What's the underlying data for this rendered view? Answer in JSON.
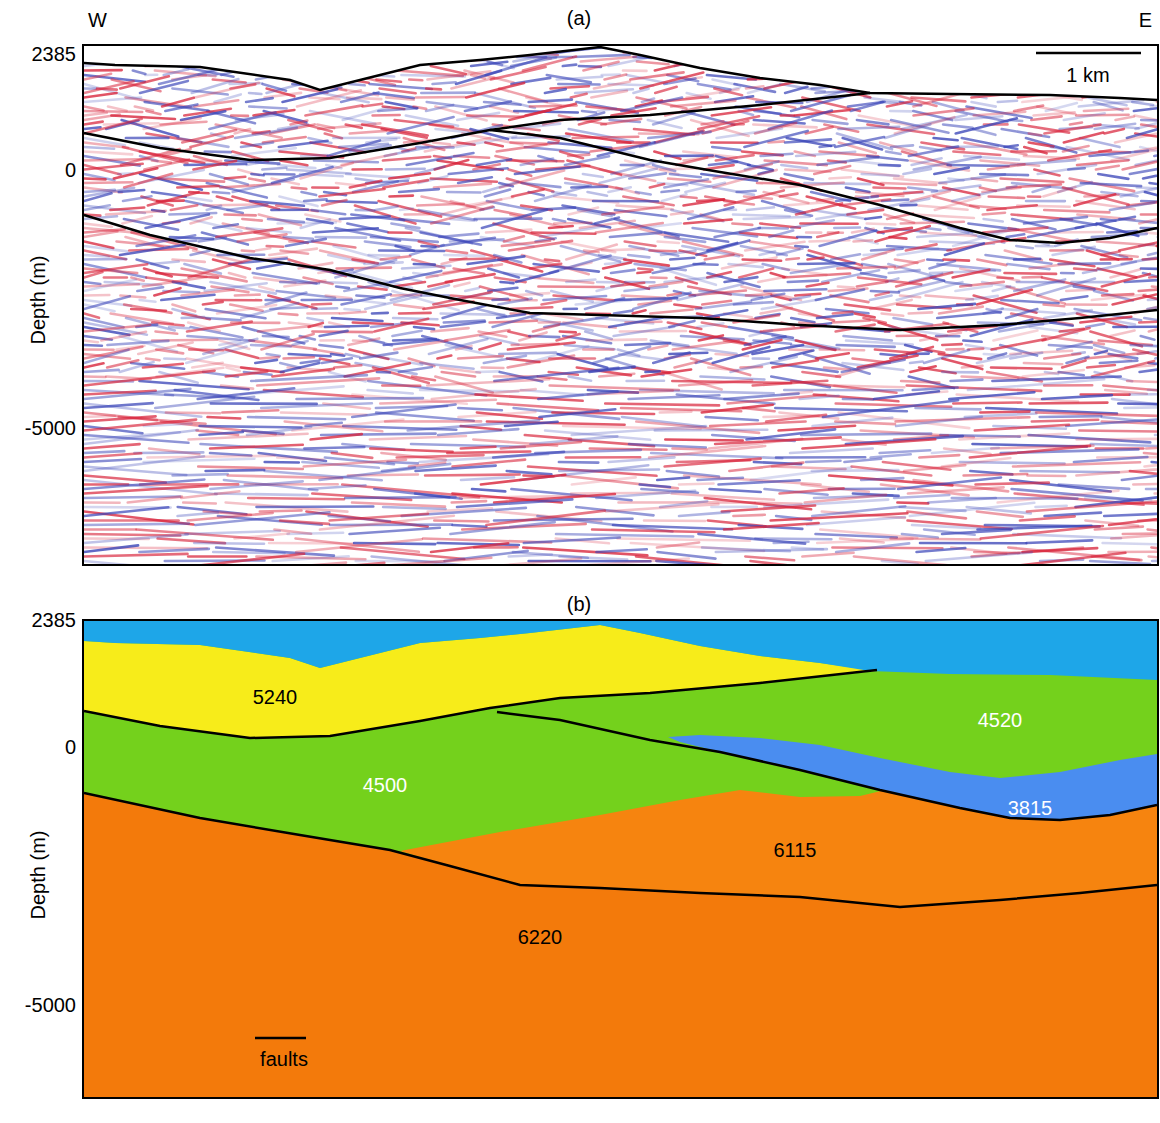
{
  "diagram": {
    "nodes": [
      {
        "text": [
          "5240"
        ]
      },
      {
        "text": [
          "4520"
        ]
      },
      {
        "text": [
          "4500"
        ]
      },
      {
        "text": [
          "3815"
        ]
      },
      {
        "text": [
          "6115"
        ]
      },
      {
        "text": [
          "6220"
        ]
      }
    ],
    "labels": [
      "(a)",
      "W",
      "E",
      "2385",
      "0",
      "-5000",
      "Depth (m)",
      "1 km",
      "(b)",
      "2385",
      "0",
      "-5000",
      "Depth (m)"
    ],
    "legend": [
      {
        "text": "faults"
      }
    ]
  }
}
